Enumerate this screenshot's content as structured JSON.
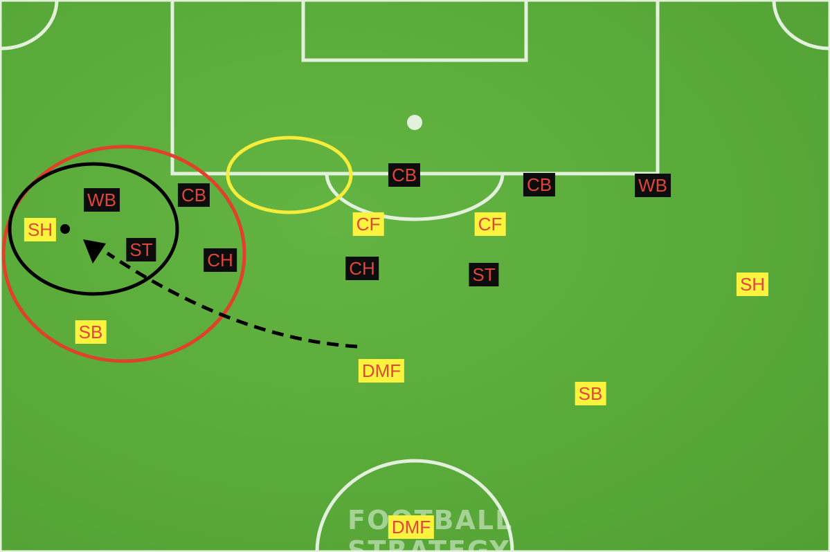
{
  "colors": {
    "grass": "#5aaa3c",
    "pitch_lines": "#e3f0dc",
    "dark_label_bg": "#0d0d0d",
    "light_label_bg": "#fbf33e",
    "label_text": "#e0463a",
    "red_circle": "#e0412b",
    "yellow_circle": "#f6ec3a",
    "black_circle": "#000000"
  },
  "dark_team": [
    "WB",
    "CB",
    "ST",
    "CH",
    "CB",
    "CH",
    "ST",
    "CB",
    "WB"
  ],
  "light_team": [
    "SH",
    "SB",
    "CF",
    "CF",
    "DMF",
    "SB",
    "SH",
    "DMF"
  ],
  "annotations": {
    "red_circle": "highlight zone",
    "black_circle": "press zone",
    "yellow_circle": "space",
    "arrow": "dashed run"
  },
  "watermark": {
    "line1": "FOOTBALL",
    "line2": "STRATEGY"
  }
}
